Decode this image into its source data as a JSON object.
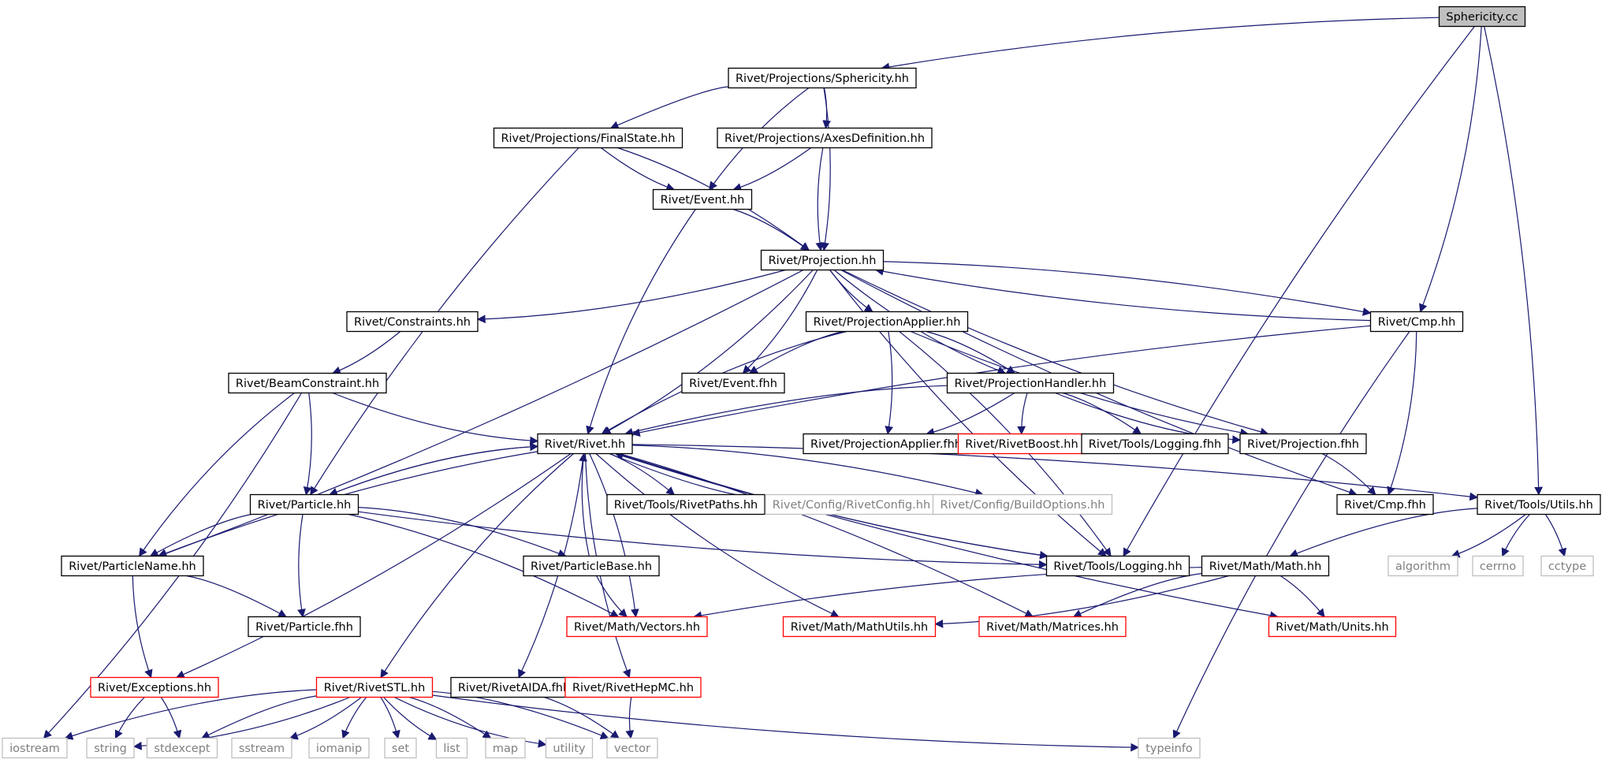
{
  "colors": {
    "edge": "#191970",
    "arrow": "#191970",
    "node_border": "#000000",
    "missing_border": "#bfbfbf",
    "missing_text": "#808080",
    "red_border": "#ff0000",
    "root_fill": "#bfbfbf"
  },
  "graph": {
    "nodes": [
      {
        "id": "sph_cc",
        "label": "Sphericity.cc",
        "style": "root"
      },
      {
        "id": "sph_hh",
        "label": "Rivet/Projections/Sphericity.hh",
        "style": "normal"
      },
      {
        "id": "finalstate",
        "label": "Rivet/Projections/FinalState.hh",
        "style": "normal"
      },
      {
        "id": "axesdef",
        "label": "Rivet/Projections/AxesDefinition.hh",
        "style": "normal"
      },
      {
        "id": "event",
        "label": "Rivet/Event.hh",
        "style": "normal"
      },
      {
        "id": "projection",
        "label": "Rivet/Projection.hh",
        "style": "normal"
      },
      {
        "id": "constraints",
        "label": "Rivet/Constraints.hh",
        "style": "normal"
      },
      {
        "id": "projapplier",
        "label": "Rivet/ProjectionApplier.hh",
        "style": "normal"
      },
      {
        "id": "cmp",
        "label": "Rivet/Cmp.hh",
        "style": "normal"
      },
      {
        "id": "beamconstraint",
        "label": "Rivet/BeamConstraint.hh",
        "style": "normal"
      },
      {
        "id": "eventfhh",
        "label": "Rivet/Event.fhh",
        "style": "normal"
      },
      {
        "id": "projhandler",
        "label": "Rivet/ProjectionHandler.hh",
        "style": "normal"
      },
      {
        "id": "rivet",
        "label": "Rivet/Rivet.hh",
        "style": "normal"
      },
      {
        "id": "projapplierfhh",
        "label": "Rivet/ProjectionApplier.fhh",
        "style": "normal"
      },
      {
        "id": "rivetboost",
        "label": "Rivet/RivetBoost.hh",
        "style": "red"
      },
      {
        "id": "loggingfhh",
        "label": "Rivet/Tools/Logging.fhh",
        "style": "normal"
      },
      {
        "id": "projfhh",
        "label": "Rivet/Projection.fhh",
        "style": "normal"
      },
      {
        "id": "particle",
        "label": "Rivet/Particle.hh",
        "style": "normal"
      },
      {
        "id": "rivetpaths",
        "label": "Rivet/Tools/RivetPaths.hh",
        "style": "normal"
      },
      {
        "id": "rivetconfig",
        "label": "Rivet/Config/RivetConfig.hh",
        "style": "missing"
      },
      {
        "id": "buildoptions",
        "label": "Rivet/Config/BuildOptions.hh",
        "style": "missing"
      },
      {
        "id": "cmpfhh",
        "label": "Rivet/Cmp.fhh",
        "style": "normal"
      },
      {
        "id": "utils",
        "label": "Rivet/Tools/Utils.hh",
        "style": "normal"
      },
      {
        "id": "particlename",
        "label": "Rivet/ParticleName.hh",
        "style": "normal"
      },
      {
        "id": "particlebase",
        "label": "Rivet/ParticleBase.hh",
        "style": "normal"
      },
      {
        "id": "logging",
        "label": "Rivet/Tools/Logging.hh",
        "style": "normal"
      },
      {
        "id": "math",
        "label": "Rivet/Math/Math.hh",
        "style": "normal"
      },
      {
        "id": "algorithm",
        "label": "algorithm",
        "style": "missing"
      },
      {
        "id": "cerrno",
        "label": "cerrno",
        "style": "missing"
      },
      {
        "id": "cctype",
        "label": "cctype",
        "style": "missing"
      },
      {
        "id": "particlefhh",
        "label": "Rivet/Particle.fhh",
        "style": "normal"
      },
      {
        "id": "vectors",
        "label": "Rivet/Math/Vectors.hh",
        "style": "red"
      },
      {
        "id": "mathutils",
        "label": "Rivet/Math/MathUtils.hh",
        "style": "red"
      },
      {
        "id": "matrices",
        "label": "Rivet/Math/Matrices.hh",
        "style": "red"
      },
      {
        "id": "units",
        "label": "Rivet/Math/Units.hh",
        "style": "red"
      },
      {
        "id": "exceptions",
        "label": "Rivet/Exceptions.hh",
        "style": "red"
      },
      {
        "id": "rivetstl",
        "label": "Rivet/RivetSTL.hh",
        "style": "red"
      },
      {
        "id": "rivetaida",
        "label": "Rivet/RivetAIDA.fhh",
        "style": "normal"
      },
      {
        "id": "rivethepmc",
        "label": "Rivet/RivetHepMC.hh",
        "style": "red"
      },
      {
        "id": "iostream",
        "label": "iostream",
        "style": "missing"
      },
      {
        "id": "string",
        "label": "string",
        "style": "missing"
      },
      {
        "id": "stdexcept",
        "label": "stdexcept",
        "style": "missing"
      },
      {
        "id": "sstream",
        "label": "sstream",
        "style": "missing"
      },
      {
        "id": "iomanip",
        "label": "iomanip",
        "style": "missing"
      },
      {
        "id": "set",
        "label": "set",
        "style": "missing"
      },
      {
        "id": "list",
        "label": "list",
        "style": "missing"
      },
      {
        "id": "map",
        "label": "map",
        "style": "missing"
      },
      {
        "id": "utility",
        "label": "utility",
        "style": "missing"
      },
      {
        "id": "vector",
        "label": "vector",
        "style": "missing"
      },
      {
        "id": "typeinfo",
        "label": "typeinfo",
        "style": "missing"
      }
    ],
    "edges": [
      [
        "sph_cc",
        "sph_hh"
      ],
      [
        "sph_cc",
        "cmp"
      ],
      [
        "sph_cc",
        "logging"
      ],
      [
        "sph_cc",
        "utils"
      ],
      [
        "sph_hh",
        "finalstate"
      ],
      [
        "sph_hh",
        "axesdef"
      ],
      [
        "sph_hh",
        "event"
      ],
      [
        "sph_hh",
        "projection"
      ],
      [
        "finalstate",
        "event"
      ],
      [
        "finalstate",
        "projection"
      ],
      [
        "finalstate",
        "particle"
      ],
      [
        "axesdef",
        "event"
      ],
      [
        "axesdef",
        "projection"
      ],
      [
        "event",
        "projection"
      ],
      [
        "event",
        "rivet"
      ],
      [
        "projection",
        "constraints"
      ],
      [
        "projection",
        "projapplier"
      ],
      [
        "projection",
        "eventfhh"
      ],
      [
        "projection",
        "projhandler"
      ],
      [
        "projection",
        "rivet"
      ],
      [
        "projection",
        "projfhh"
      ],
      [
        "projection",
        "cmp"
      ],
      [
        "projection",
        "cmpfhh"
      ],
      [
        "projection",
        "particlename"
      ],
      [
        "projection",
        "logging"
      ],
      [
        "cmp",
        "projection"
      ],
      [
        "cmp",
        "rivet"
      ],
      [
        "cmp",
        "cmpfhh"
      ],
      [
        "cmp",
        "typeinfo"
      ],
      [
        "constraints",
        "beamconstraint"
      ],
      [
        "projapplier",
        "eventfhh"
      ],
      [
        "projapplier",
        "projhandler"
      ],
      [
        "projapplier",
        "rivet"
      ],
      [
        "projapplier",
        "projapplierfhh"
      ],
      [
        "projapplier",
        "projfhh"
      ],
      [
        "projapplier",
        "logging"
      ],
      [
        "beamconstraint",
        "rivet"
      ],
      [
        "beamconstraint",
        "particle"
      ],
      [
        "beamconstraint",
        "particlename"
      ],
      [
        "beamconstraint",
        "iostream"
      ],
      [
        "projhandler",
        "rivet"
      ],
      [
        "projhandler",
        "projapplierfhh"
      ],
      [
        "projhandler",
        "rivetboost"
      ],
      [
        "projhandler",
        "loggingfhh"
      ],
      [
        "projhandler",
        "projfhh"
      ],
      [
        "projfhh",
        "cmpfhh"
      ],
      [
        "rivet",
        "particle"
      ],
      [
        "rivet",
        "rivetpaths"
      ],
      [
        "rivet",
        "rivetconfig"
      ],
      [
        "rivet",
        "buildoptions"
      ],
      [
        "rivet",
        "particlename"
      ],
      [
        "rivet",
        "exceptions"
      ],
      [
        "rivet",
        "rivetstl"
      ],
      [
        "rivet",
        "rivetaida"
      ],
      [
        "rivet",
        "rivethepmc"
      ],
      [
        "rivet",
        "vectors"
      ],
      [
        "rivet",
        "mathutils"
      ],
      [
        "rivet",
        "matrices"
      ],
      [
        "rivet",
        "units"
      ],
      [
        "rivet",
        "utils"
      ],
      [
        "rivet",
        "logging"
      ],
      [
        "particle",
        "rivet"
      ],
      [
        "particle",
        "particlename"
      ],
      [
        "particle",
        "particlebase"
      ],
      [
        "particle",
        "particlefhh"
      ],
      [
        "particle",
        "vectors"
      ],
      [
        "particle",
        "logging"
      ],
      [
        "particlename",
        "particlefhh"
      ],
      [
        "particlename",
        "exceptions"
      ],
      [
        "particlebase",
        "rivet"
      ],
      [
        "particlebase",
        "vectors"
      ],
      [
        "logging",
        "rivet"
      ],
      [
        "utils",
        "math"
      ],
      [
        "utils",
        "algorithm"
      ],
      [
        "utils",
        "cerrno"
      ],
      [
        "utils",
        "cctype"
      ],
      [
        "math",
        "vectors"
      ],
      [
        "math",
        "mathutils"
      ],
      [
        "math",
        "matrices"
      ],
      [
        "math",
        "units"
      ],
      [
        "exceptions",
        "string"
      ],
      [
        "exceptions",
        "stdexcept"
      ],
      [
        "rivetstl",
        "iostream"
      ],
      [
        "rivetstl",
        "string"
      ],
      [
        "rivetstl",
        "stdexcept"
      ],
      [
        "rivetstl",
        "sstream"
      ],
      [
        "rivetstl",
        "iomanip"
      ],
      [
        "rivetstl",
        "set"
      ],
      [
        "rivetstl",
        "list"
      ],
      [
        "rivetstl",
        "map"
      ],
      [
        "rivetstl",
        "utility"
      ],
      [
        "rivetstl",
        "vector"
      ],
      [
        "rivetstl",
        "typeinfo"
      ],
      [
        "rivetaida",
        "vector"
      ],
      [
        "rivethepmc",
        "vector"
      ]
    ]
  }
}
